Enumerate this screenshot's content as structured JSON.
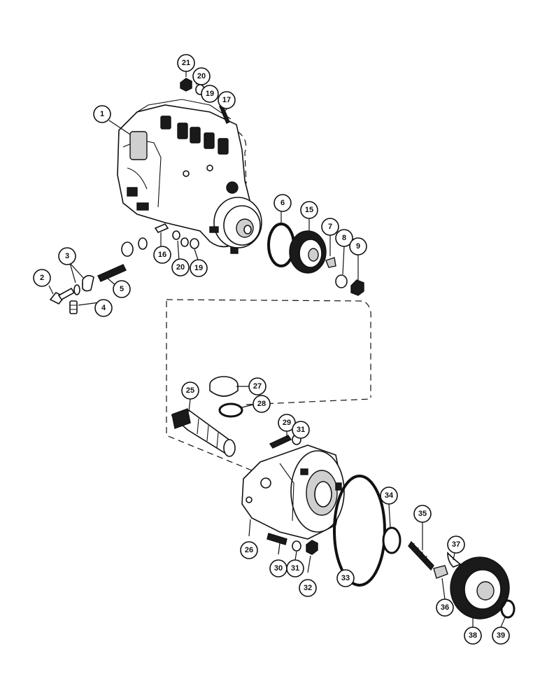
{
  "diagram": {
    "callouts": [
      {
        "id": "c1",
        "label": "1"
      },
      {
        "id": "c2",
        "label": "2"
      },
      {
        "id": "c3",
        "label": "3"
      },
      {
        "id": "c4",
        "label": "4"
      },
      {
        "id": "c5",
        "label": "5"
      },
      {
        "id": "c6",
        "label": "6"
      },
      {
        "id": "c7",
        "label": "7"
      },
      {
        "id": "c8",
        "label": "8"
      },
      {
        "id": "c9",
        "label": "9"
      },
      {
        "id": "c15",
        "label": "15"
      },
      {
        "id": "c16",
        "label": "16"
      },
      {
        "id": "c17",
        "label": "17"
      },
      {
        "id": "c19a",
        "label": "19"
      },
      {
        "id": "c19b",
        "label": "19"
      },
      {
        "id": "c20a",
        "label": "20"
      },
      {
        "id": "c20b",
        "label": "20"
      },
      {
        "id": "c21",
        "label": "21"
      },
      {
        "id": "c25",
        "label": "25"
      },
      {
        "id": "c26",
        "label": "26"
      },
      {
        "id": "c27",
        "label": "27"
      },
      {
        "id": "c28",
        "label": "28"
      },
      {
        "id": "c29",
        "label": "29"
      },
      {
        "id": "c30",
        "label": "30"
      },
      {
        "id": "c31a",
        "label": "31"
      },
      {
        "id": "c31b",
        "label": "31"
      },
      {
        "id": "c32",
        "label": "32"
      },
      {
        "id": "c33",
        "label": "33"
      },
      {
        "id": "c34",
        "label": "34"
      },
      {
        "id": "c35",
        "label": "35"
      },
      {
        "id": "c36",
        "label": "36"
      },
      {
        "id": "c37",
        "label": "37"
      },
      {
        "id": "c38",
        "label": "38"
      },
      {
        "id": "c39",
        "label": "39"
      }
    ]
  }
}
